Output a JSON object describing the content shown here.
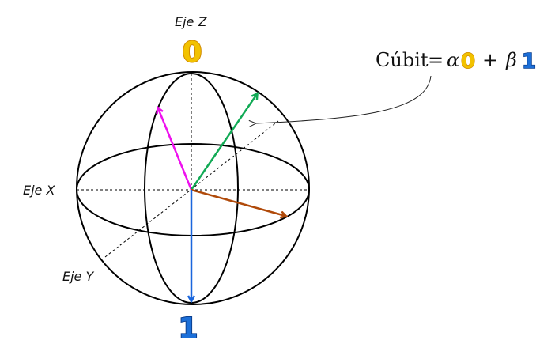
{
  "labels": {
    "z_axis": "Eje Z",
    "x_axis": "Eje X",
    "y_axis": "Eje Y",
    "state_zero": "0",
    "state_one": "1"
  },
  "formula": {
    "qubit_word": "Cúbit",
    "equals": "=",
    "alpha": "α",
    "zero": "0",
    "plus": "+",
    "beta": "β",
    "one": "1"
  },
  "colors": {
    "zero_fill": "#f2c200",
    "zero_outline": "#d08a00",
    "one_fill": "#1c6fd8",
    "one_outline": "#0b3f8f",
    "vector_magenta": "#ee11ee",
    "vector_green": "#11aa55",
    "vector_brown": "#b04a0a",
    "vector_blue": "#1a66dd",
    "sphere_stroke": "#000000"
  },
  "vectors": [
    {
      "name": "magenta-vector",
      "color_key": "vector_magenta"
    },
    {
      "name": "green-vector",
      "color_key": "vector_green"
    },
    {
      "name": "brown-vector",
      "color_key": "vector_brown"
    },
    {
      "name": "blue-vector",
      "color_key": "vector_blue"
    }
  ]
}
